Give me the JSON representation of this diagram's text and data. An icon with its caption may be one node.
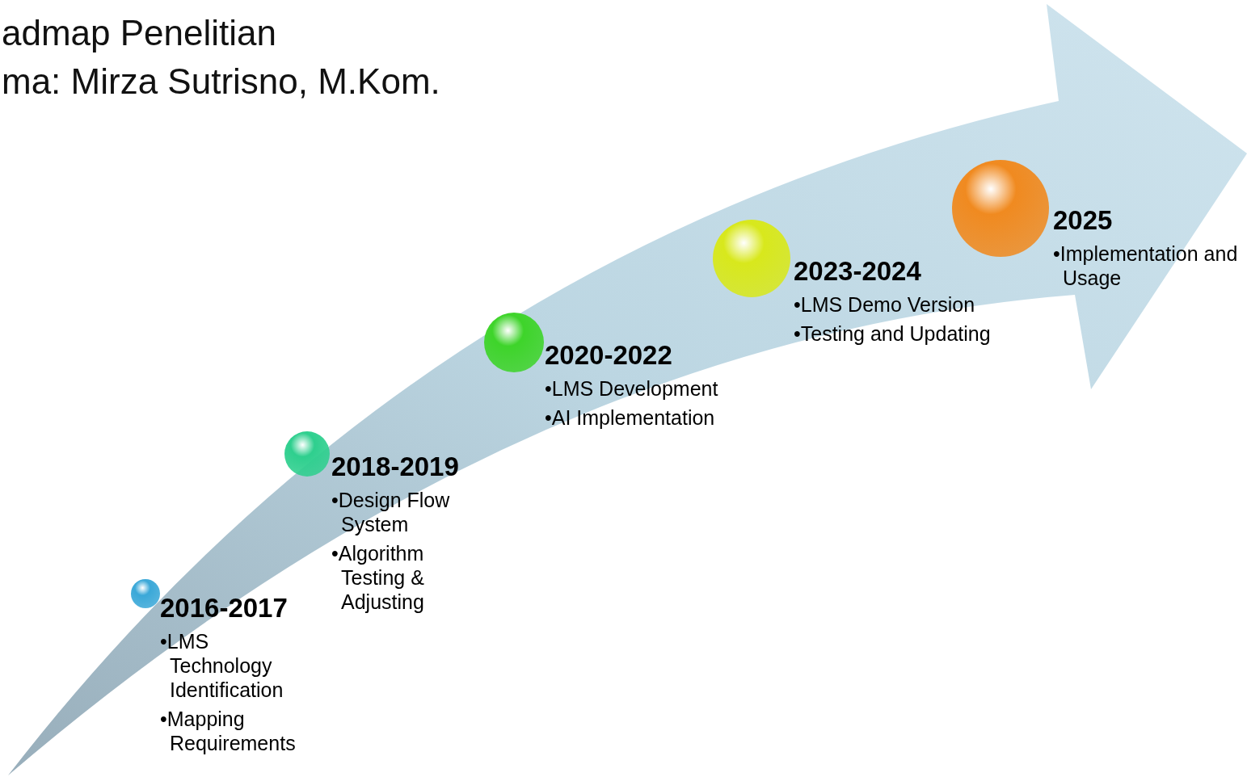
{
  "diagram": {
    "title": "admap Penelitian",
    "nodes": [
      {
        "text": [
          "2016-2017",
          "•LMS Technology Identification",
          "•Mapping Requirements"
        ]
      },
      {
        "text": [
          "2018-2019",
          "•Design Flow System",
          "•Algorithm Testing & Adjusting"
        ]
      },
      {
        "text": [
          "2020-2022",
          "•LMS Development",
          "•AI Implementation"
        ]
      },
      {
        "text": [
          "2023-2024",
          "•LMS Demo Version",
          "•Testing and Updating"
        ]
      },
      {
        "text": [
          "2025",
          "•Implementation and Usage"
        ]
      }
    ],
    "labels": [
      "ma: Mirza Sutrisno, M.Kom."
    ]
  }
}
